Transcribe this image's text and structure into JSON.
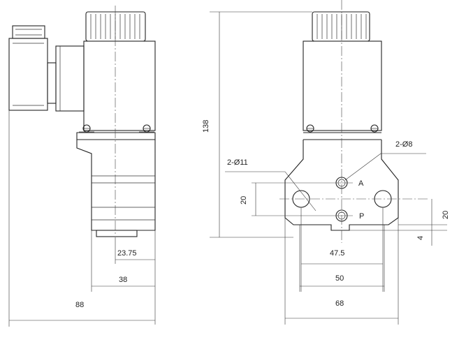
{
  "dimensions": {
    "width_88": "88",
    "width_38": "38",
    "offset_23_75": "23.75",
    "height_138": "138",
    "hole_spacing_20_left": "20",
    "hole_spacing_20_right": "20",
    "offset_4": "4",
    "spacing_47_5": "47.5",
    "spacing_50": "50",
    "width_68": "68"
  },
  "callouts": {
    "hole_large": "2-Ø11",
    "hole_small": "2-Ø8"
  },
  "ports": {
    "port_a": "A",
    "port_p": "P"
  }
}
